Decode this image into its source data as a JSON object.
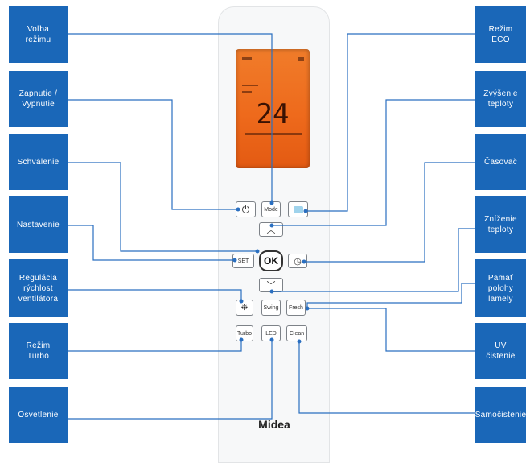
{
  "labels_left": [
    {
      "id": "volba-rezimu",
      "text": "Voľba\nrežimu"
    },
    {
      "id": "zapnutie-vypnutie",
      "text": "Zapnutie /\nVypnutie"
    },
    {
      "id": "schvalenie",
      "text": "Schválenie"
    },
    {
      "id": "nastavenie",
      "text": "Nastavenie"
    },
    {
      "id": "regulacia-rychlost",
      "text": "Regulácia\nrýchlost\nventilátora"
    },
    {
      "id": "rezim-turbo",
      "text": "Režim\nTurbo"
    },
    {
      "id": "osvetlenie",
      "text": "Osvetlenie"
    }
  ],
  "labels_right": [
    {
      "id": "rezim-eco",
      "text": "Režim\nECO"
    },
    {
      "id": "zvysenie-teploty",
      "text": "Zvýšenie\nteploty"
    },
    {
      "id": "casovac",
      "text": "Časovač"
    },
    {
      "id": "znizenie-teploty",
      "text": "Zníženie\nteploty"
    },
    {
      "id": "pamat-polohy",
      "text": "Pamäť\npolohy\nlamely"
    },
    {
      "id": "uv-cistenie",
      "text": "UV\nčistenie"
    },
    {
      "id": "samocistenie",
      "text": "Samočistenie"
    }
  ],
  "remote": {
    "display_temp": "24",
    "buttons": {
      "power": "⏻",
      "mode": "Mode",
      "eco": "",
      "up": "︿",
      "set": "SET",
      "ok": "OK",
      "timer": "◷",
      "down": "﹀",
      "fan": "❉",
      "swing": "Swing",
      "fresh": "Fresh",
      "turbo": "Turbo",
      "led": "LED",
      "clean": "Clean"
    },
    "brand": "Midea"
  },
  "colors": {
    "label_bg": "#1a67b8",
    "line": "#2a6fc0",
    "lcd": "#ee6a1c"
  }
}
